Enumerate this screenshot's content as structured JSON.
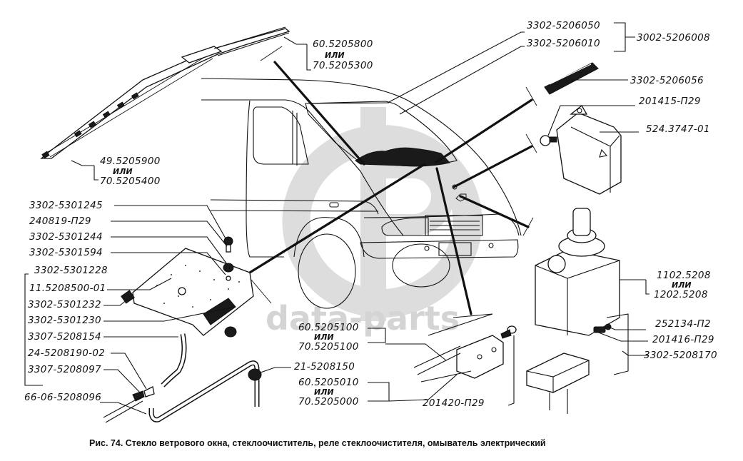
{
  "figure": {
    "caption": "Рис. 74. Стекло ветрового окна, стеклоочиститель, реле стеклоочистителя, омыватель электрический",
    "watermark": "data-parts",
    "or_word": "ИЛИ"
  },
  "callouts": {
    "wiper_arm": {
      "a": "60.5205800",
      "b": "70.5205300"
    },
    "wiper_blade": {
      "a": "49.5205900",
      "b": "70.5205400"
    },
    "windshield_glass": "3302-5206050",
    "windshield_seal": "3302-5206010",
    "windshield_assembly": "3002-5206008",
    "seal_lock_strip": "3302-5206056",
    "relay_bolt": "201415-П29",
    "wiper_relay": "524.3747-01",
    "washer_reservoir": {
      "a": "1102.5208",
      "b": "1202.5208"
    },
    "washer_nut": "252134-П2",
    "washer_bolt": "201416-П29",
    "washer_bracket": "3302-5208170",
    "motor_shaft_bolt": "201420-П29",
    "wiper_lever": {
      "a": "60.5205100",
      "b": "70.5205100"
    },
    "wiper_motor_gearbox": {
      "a": "60.5205010",
      "b": "70.5205000"
    },
    "hose_clip": "21-5208150",
    "left_column": [
      "3302-5301245",
      "240819-П29",
      "3302-5301244",
      "3302-5301594",
      "3302-5301228",
      "11.5208500-01",
      "3302-5301232",
      "3302-5301230",
      "3307-5208154",
      "24-5208190-02",
      "3307-5208097",
      "66-06-5208096"
    ]
  }
}
